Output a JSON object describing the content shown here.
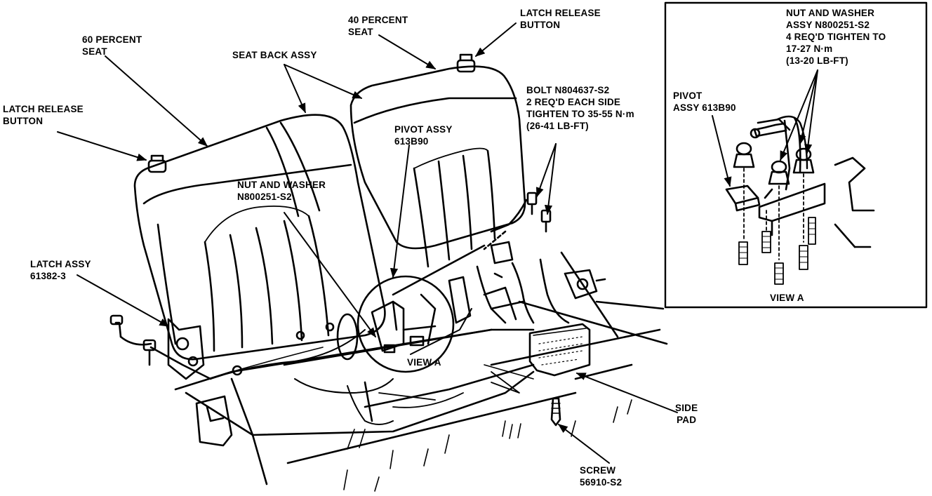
{
  "labels": {
    "seat60": [
      "60 PERCENT",
      "SEAT"
    ],
    "seat40": [
      "40 PERCENT",
      "SEAT"
    ],
    "latchReleaseLeft": [
      "LATCH RELEASE",
      "BUTTON"
    ],
    "latchReleaseRight": [
      "LATCH RELEASE",
      "BUTTON"
    ],
    "seatBack": [
      "SEAT BACK ASSY"
    ],
    "bolt": [
      "BOLT N804637-S2",
      "2 REQ'D EACH SIDE",
      "TIGHTEN TO 35-55 N·m",
      "(26-41 LB-FT)"
    ],
    "pivotMain": [
      "PIVOT ASSY",
      "613B90"
    ],
    "nutMain": [
      "NUT AND WASHER",
      "N800251-S2"
    ],
    "latchAssy": [
      "LATCH ASSY",
      "61382-3"
    ],
    "viewACallout": [
      "VIEW A"
    ],
    "sidePad": [
      "SIDE",
      "PAD"
    ],
    "screw": [
      "SCREW",
      "56910-S2"
    ]
  },
  "inset": {
    "nut": [
      "NUT AND WASHER",
      "ASSY N800251-S2",
      "4 REQ'D TIGHTEN TO",
      "17-27 N·m",
      "(13-20 LB-FT)"
    ],
    "pivot": [
      "PIVOT",
      "ASSY 613B90"
    ],
    "caption": [
      "VIEW A"
    ]
  }
}
